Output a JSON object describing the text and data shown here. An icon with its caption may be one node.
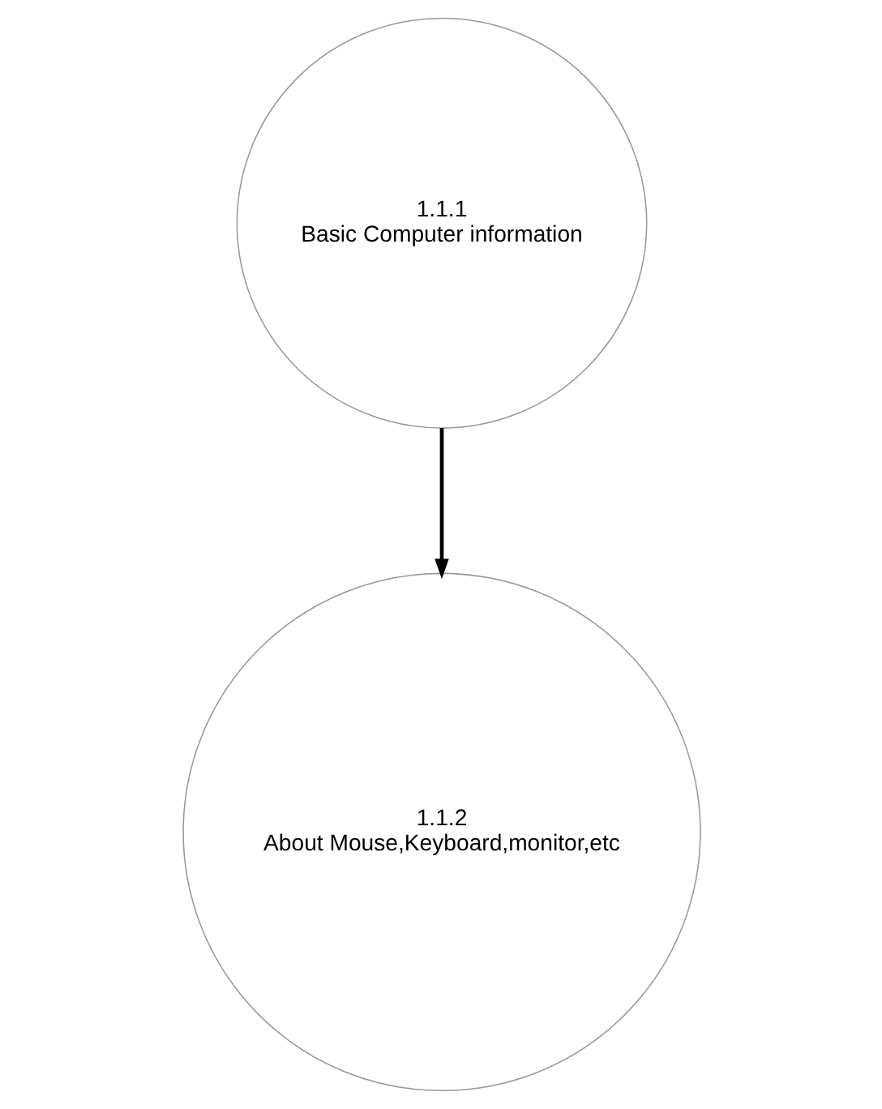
{
  "diagram": {
    "nodes": [
      {
        "text": [
          "1.1.1",
          "Basic Computer information"
        ]
      },
      {
        "text": [
          "1.1.2",
          "About Mouse,Keyboard,monitor,etc"
        ]
      }
    ],
    "edges": [
      {
        "from": 0,
        "to": 1,
        "arrow": "to"
      }
    ]
  }
}
